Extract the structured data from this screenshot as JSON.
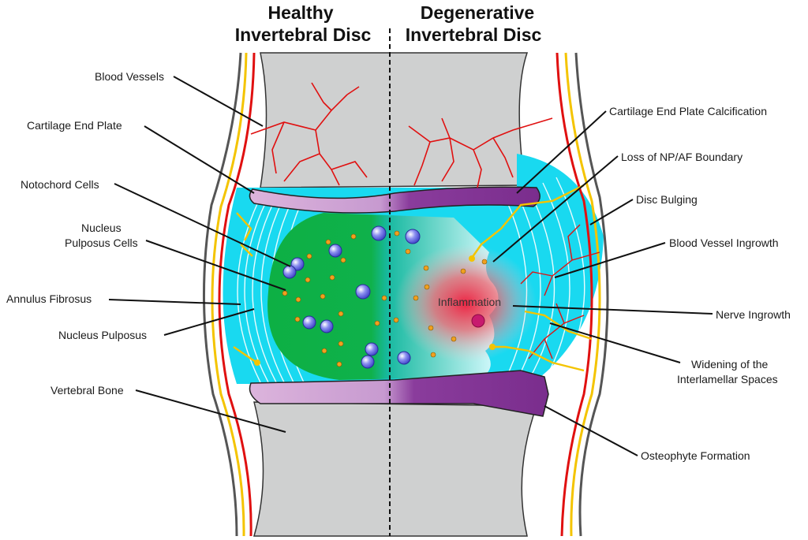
{
  "titles": {
    "left_line1": "Healthy",
    "left_line2": "Invertebral Disc",
    "right_line1": "Degenerative",
    "right_line2": "Invertebral Disc"
  },
  "left_labels": {
    "blood_vessels": "Blood Vessels",
    "cartilage_end_plate": "Cartilage End Plate",
    "notochord_cells": "Notochord Cells",
    "nucleus_pulposus_cells_1": "Nucleus",
    "nucleus_pulposus_cells_2": "Pulposus Cells",
    "annulus_fibrosus": "Annulus Fibrosus",
    "nucleus_pulposus": "Nucleus Pulposus",
    "vertebral_bone": "Vertebral Bone"
  },
  "right_labels": {
    "cep_calcification": "Cartilage End Plate Calcification",
    "np_af_boundary": "Loss of NP/AF Boundary",
    "disc_bulging": "Disc Bulging",
    "blood_vessel_ingrowth": "Blood Vessel Ingrowth",
    "nerve_ingrowth": "Nerve Ingrowth",
    "widening_1": "Widening of the",
    "widening_2": "Interlamellar  Spaces",
    "osteophyte": "Osteophyte Formation"
  },
  "center": {
    "inflammation": "Inflammation"
  },
  "colors": {
    "bone": "#cfd0d0",
    "cartilage_healthy": "#d8aad8",
    "cartilage_degenerative": "#7b2f8e",
    "annulus": "#19d9f0",
    "nucleus_healthy": "#0fb04a",
    "nucleus_degenerative": "#1ab3a3",
    "vessel": "#e01010",
    "nerve": "#f4c400",
    "inflammation": "#f23a4a",
    "cell": "#5a5fe0",
    "small_cell": "#f0a020"
  }
}
